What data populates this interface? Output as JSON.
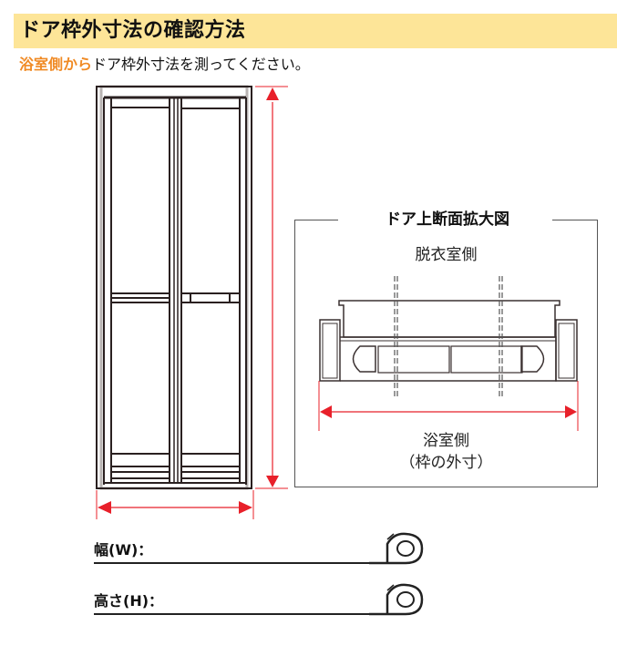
{
  "header": {
    "title": "ドア枠外寸法の確認方法",
    "subtitle_accent": "浴室側から",
    "subtitle_rest": "ドア枠外寸法を測ってください。"
  },
  "section_view": {
    "title": "ドア上断面拡大図",
    "top_label": "脱衣室側",
    "bottom_label": "浴室側",
    "bottom_sublabel": "（枠の外寸）"
  },
  "fields": [
    {
      "label": "幅(W)：",
      "value": "",
      "icon": "tape-measure-icon"
    },
    {
      "label": "高さ(H)：",
      "value": "",
      "icon": "tape-measure-icon"
    }
  ],
  "colors": {
    "title_band": "#fde598",
    "accent_text": "#f08a24",
    "dimension_red": "#e8202a",
    "line_dark": "#2a2020"
  }
}
